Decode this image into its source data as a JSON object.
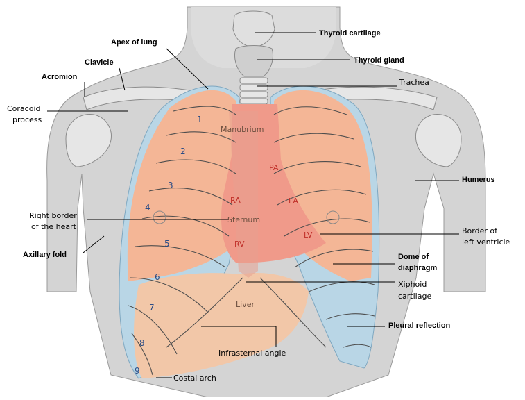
{
  "labels": {
    "thyroid_cartilage": "Thyroid cartilage",
    "thyroid_gland": "Thyroid gland",
    "trachea": "Trachea",
    "apex_of_lung": "Apex of lung",
    "clavicle": "Clavicle",
    "acromion": "Acromion",
    "coracoid_line1": "Coracoid",
    "coracoid_line2": "process",
    "humerus": "Humerus",
    "right_border_line1": "Right border",
    "right_border_line2": "of the heart",
    "axillary_fold": "Axillary fold",
    "border_lv_line1": "Border of",
    "border_lv_line2": "left ventricle",
    "dome_line1": "Dome of",
    "dome_line2": "diaphragm",
    "xiphoid_line1": "Xiphoid",
    "xiphoid_line2": "cartilage",
    "pleural_reflection": "Pleural reflection",
    "infrasternal_angle": "Infrasternal angle",
    "costal_arch": "Costal arch"
  },
  "organs": {
    "manubrium": "Manubrium",
    "sternum": "Sternum",
    "liver": "Liver",
    "pa": "PA",
    "ra": "RA",
    "la": "LA",
    "lv": "LV",
    "rv": "RV"
  },
  "ribs": [
    "1",
    "2",
    "3",
    "4",
    "5",
    "6",
    "7",
    "8",
    "9"
  ],
  "colors": {
    "skin": "#d4d4d4",
    "lung": "#f4b696",
    "pleura": "#b9d6e6",
    "heart": "#f09a8a",
    "liver": "#f2c7a8",
    "bone": "#e6e6e6"
  }
}
